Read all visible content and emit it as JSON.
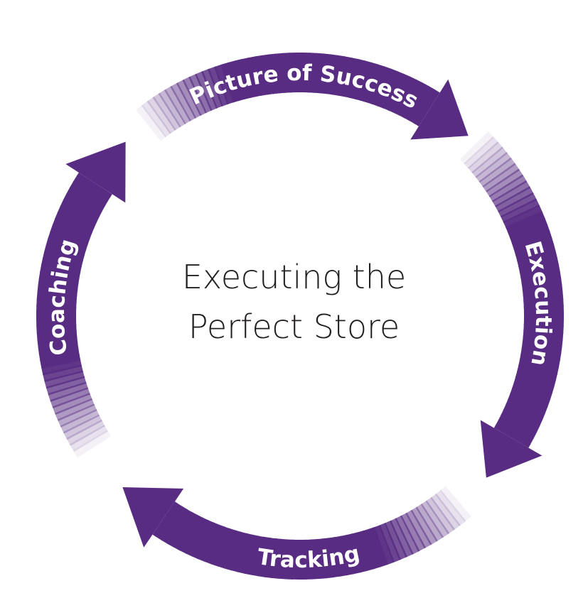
{
  "colors": {
    "arrow": "#582c83",
    "text": "#231f20"
  },
  "center_title": {
    "line1": "Executing the",
    "line2": "Perfect Store"
  },
  "cycle_steps": [
    {
      "label": "Picture of Success"
    },
    {
      "label": "Execution"
    },
    {
      "label": "Tracking"
    },
    {
      "label": "Coaching"
    }
  ]
}
